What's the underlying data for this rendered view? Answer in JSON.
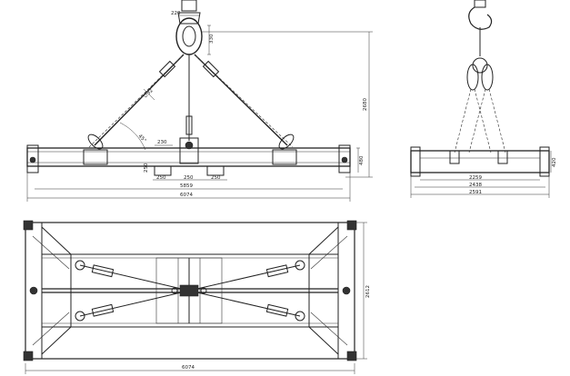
{
  "front_view": {
    "dimensions": {
      "top_width": "220",
      "shackle_height": "330",
      "overall_height": "2680",
      "sling_label": "∅32",
      "sling_angle": "45°",
      "spacing_a": "230",
      "beam_height": "480",
      "offset": "250",
      "gap_left": "250",
      "gap_mid": "250",
      "gap_right": "250",
      "inner_length": "5859",
      "overall_length": "6074"
    }
  },
  "side_view": {
    "dimensions": {
      "height": "420",
      "width_inner": "2259",
      "width_mid": "2438",
      "width_overall": "2591"
    }
  },
  "plan_view": {
    "dimensions": {
      "overall_length": "6074",
      "overall_width": "2612"
    }
  }
}
